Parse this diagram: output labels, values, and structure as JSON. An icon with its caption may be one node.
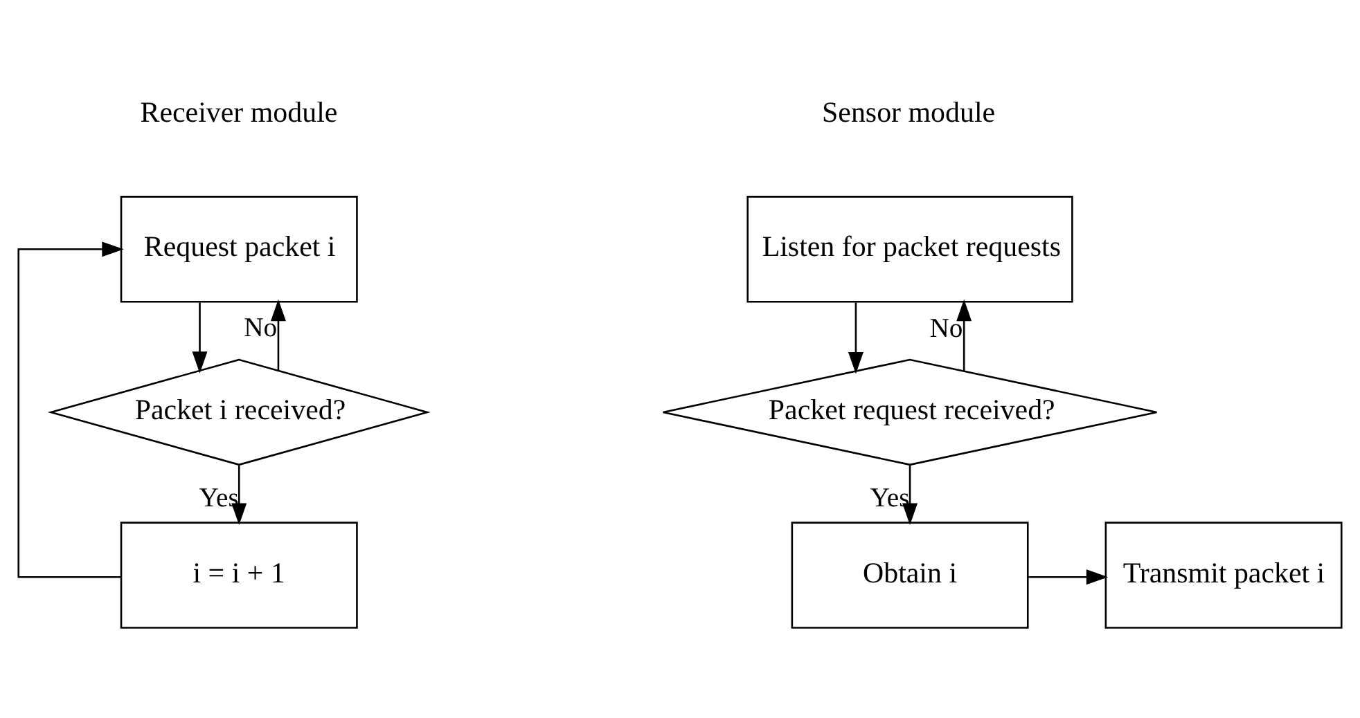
{
  "diagram": {
    "nodes": [
      {
        "text": [
          "Request packet i"
        ]
      },
      {
        "text": [
          "Packet i received?"
        ]
      },
      {
        "text": [
          "i = i + 1"
        ]
      },
      {
        "text": [
          "Listen for packet requests"
        ]
      },
      {
        "text": [
          "Packet request received?"
        ]
      },
      {
        "text": [
          "Obtain i"
        ]
      },
      {
        "text": [
          "Transmit packet i"
        ]
      }
    ],
    "edges": [
      {
        "from": 0,
        "to": 1,
        "arrow": "to"
      },
      {
        "from": 1,
        "to": 0,
        "arrow": "to",
        "label": "No"
      },
      {
        "from": 1,
        "to": 2,
        "arrow": "to",
        "label": "Yes"
      },
      {
        "from": 2,
        "to": 0,
        "arrow": "to"
      },
      {
        "from": 3,
        "to": 4,
        "arrow": "to"
      },
      {
        "from": 4,
        "to": 3,
        "arrow": "to",
        "label": "No"
      },
      {
        "from": 4,
        "to": 5,
        "arrow": "to",
        "label": "Yes"
      },
      {
        "from": 5,
        "to": 6,
        "arrow": "to"
      }
    ],
    "labels": [
      "Receiver module",
      "Sensor module"
    ]
  }
}
